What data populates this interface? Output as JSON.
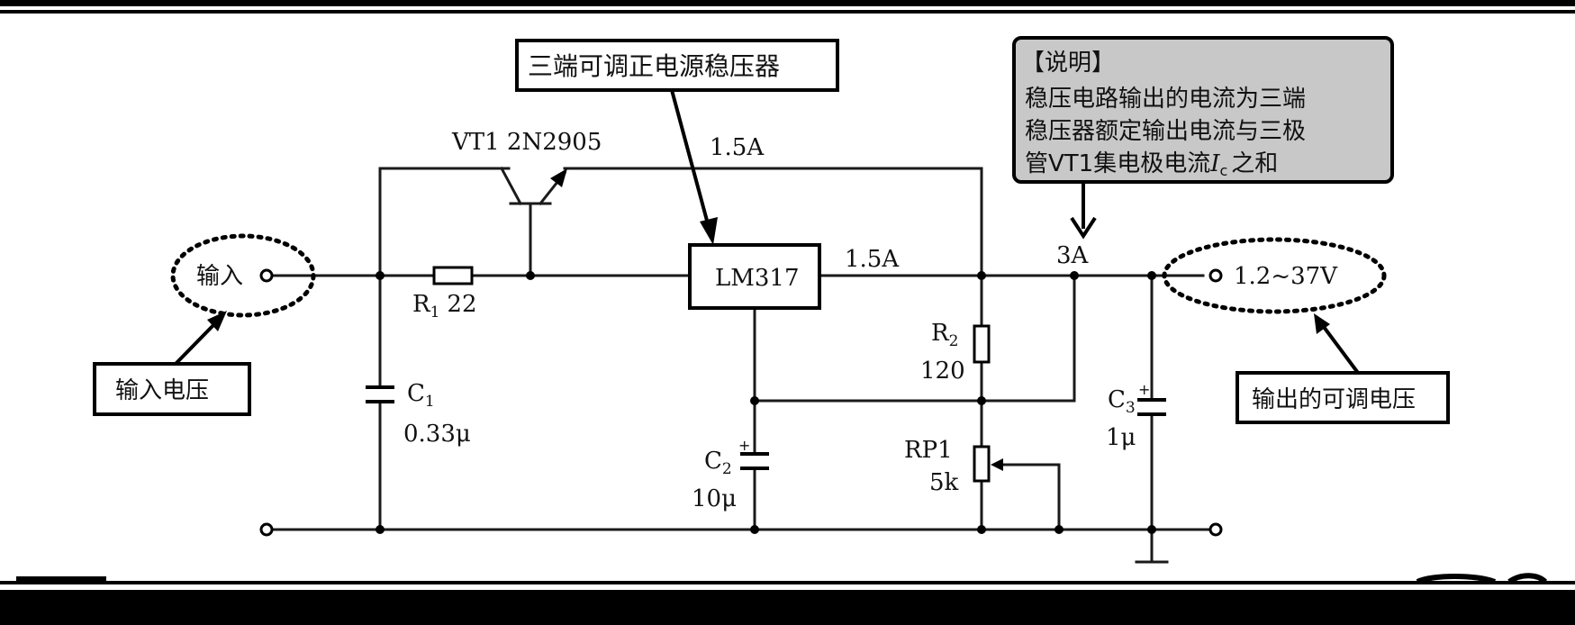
{
  "labels": {
    "regulator_callout": "三端可调正电源稳压器",
    "note_title": "【说明】",
    "note_line1": "稳压电路输出的电流为三端",
    "note_line2": "稳压器额定输出电流与三极",
    "note_line3_a": "管VT1集电极电流",
    "note_line3_ic": "I",
    "note_line3_ic_sub": "c",
    "note_line3_b": "之和",
    "transistor": "VT1 2N2905",
    "current_top": "1.5A",
    "current_mid": "1.5A",
    "current_total": "3A",
    "ic": "LM317",
    "input": "输入",
    "output_voltage": "1.2~37V",
    "input_callout": "输入电压",
    "output_callout": "输出的可调电压",
    "r1_name": "R",
    "r1_sub": "1",
    "r1_value": "22",
    "c1_name": "C",
    "c1_sub": "1",
    "c1_value": "0.33μ",
    "r2_name": "R",
    "r2_sub": "2",
    "r2_value": "120",
    "c2_name": "C",
    "c2_sub": "2",
    "c2_value": "10μ",
    "rp1_name": "RP1",
    "rp1_value": "5k",
    "c3_name": "C",
    "c3_sub": "3",
    "c3_value": "1μ",
    "plus_sign": "+"
  },
  "colors": {
    "note_fill": "#c8c8c8",
    "ink": "#000000"
  }
}
